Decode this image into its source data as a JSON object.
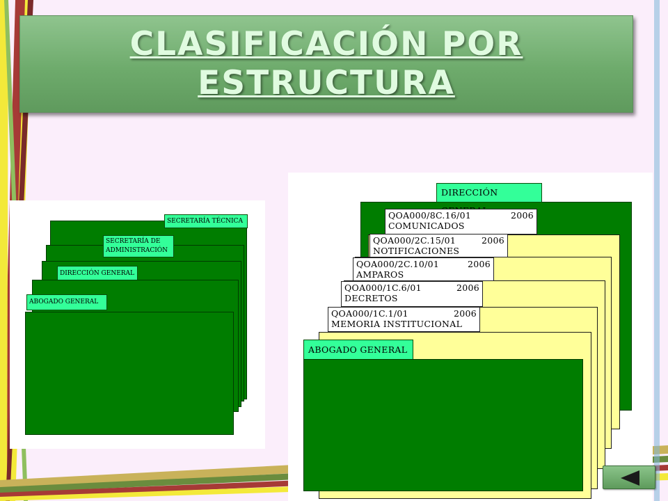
{
  "slide": {
    "title_line1": "CLASIFICACIÓN POR",
    "title_line2": "ESTRUCTURA"
  },
  "left_diagram": {
    "labels": [
      "SECRETARÍA TÉCNICA",
      "SECRETARÍA DE",
      "ADMINISTRACIÓN",
      "DIRECCIÓN GENERAL",
      "ABOGADO GENERAL"
    ]
  },
  "right_diagram": {
    "top_label": "DIRECCIÓN GENERAL",
    "front_label": "ABOGADO GENERAL",
    "files": [
      {
        "code": "QOA000/8C.16/01",
        "year": "2006",
        "name": "COMUNICADOS"
      },
      {
        "code": "QOA000/2C.15/01",
        "year": "2006",
        "name": "NOTIFICACIONES"
      },
      {
        "code": "QOA000/2C.10/01",
        "year": "2006",
        "name": "AMPAROS"
      },
      {
        "code": "QOA000/1C.6/01",
        "year": "2006",
        "name": "DECRETOS"
      },
      {
        "code": "QOA000/1C.1/01",
        "year": "2006",
        "name": "MEMORIA INSTITUCIONAL"
      }
    ]
  },
  "nav": {
    "back_icon": "triangle-left-icon"
  },
  "colors": {
    "folder_green": "#007d00",
    "label_green": "#33ff99",
    "folder_yellow": "#ffff99",
    "title_green": "#6eab6c"
  }
}
